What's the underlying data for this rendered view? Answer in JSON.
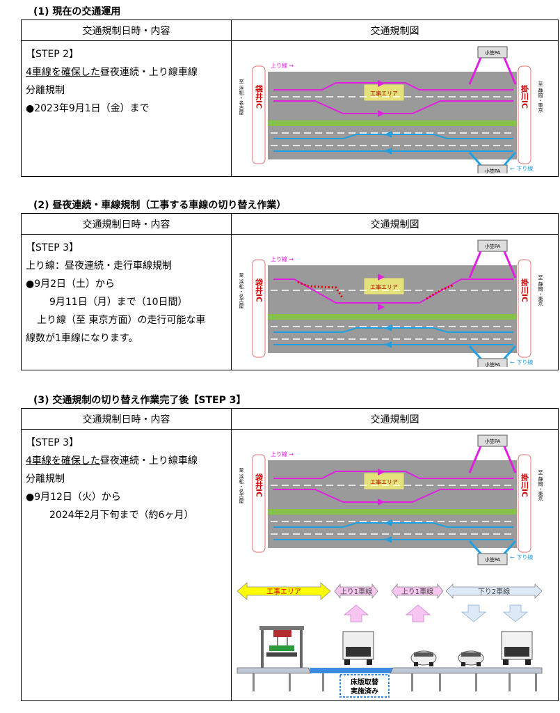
{
  "colors": {
    "up": "#e020e0",
    "down": "#20a0e0",
    "work_area": "#e6e27a",
    "road": "#9a9a9a",
    "median": "#86c24a",
    "ic_border": "#e07070",
    "red_dots": "#e00000"
  },
  "common": {
    "col_left": "交通規制日時・内容",
    "col_right": "交通規制図",
    "ic_left": "袋井IC",
    "ic_right": "掛川IC",
    "to_left": "至 浜松・名古屋",
    "to_right": "至 静岡・東京",
    "up_label": "上り線 →",
    "down_label": "← 下り線",
    "pa": "小笠PA",
    "work_area": "工事エリア"
  },
  "sections": [
    {
      "title": "(1) 現在の交通運用",
      "step": "【STEP 2】",
      "line1_u": "4車線を確保した",
      "line1_rest": "昼夜連続・上り線車線",
      "line2": "分離規制",
      "line3": "●2023年9月1日（金）まで"
    },
    {
      "title": "(2) 昼夜連続・車線規制（工事する車線の切り替え作業）",
      "step": "【STEP 3】",
      "line1": "上り線：昼夜連続・走行車線規制",
      "line2": "●9月2日（土）から",
      "line3": "9月11日（月）まで（10日間）",
      "line4": "上り線（至 東京方面）の走行可能な車",
      "line5": "線数が1車線になります。"
    },
    {
      "title": "(3) 交通規制の切り替え作業完了後【STEP 3】",
      "step": "【STEP 3】",
      "line1_u": "4車線を確保した",
      "line1_rest": "昼夜連続・上り線車線",
      "line2": "分離規制",
      "line3": "●9月12日（火）から",
      "line4": "2024年2月下旬まで（約6ヶ月）"
    }
  ],
  "cross_section": {
    "arrow_work": "工事エリア",
    "arrow_up1a": "上り1車線",
    "arrow_up1b": "上り1車線",
    "arrow_down2": "下り2車線",
    "slab_note_1": "床版取替",
    "slab_note_2": "実施済み"
  }
}
